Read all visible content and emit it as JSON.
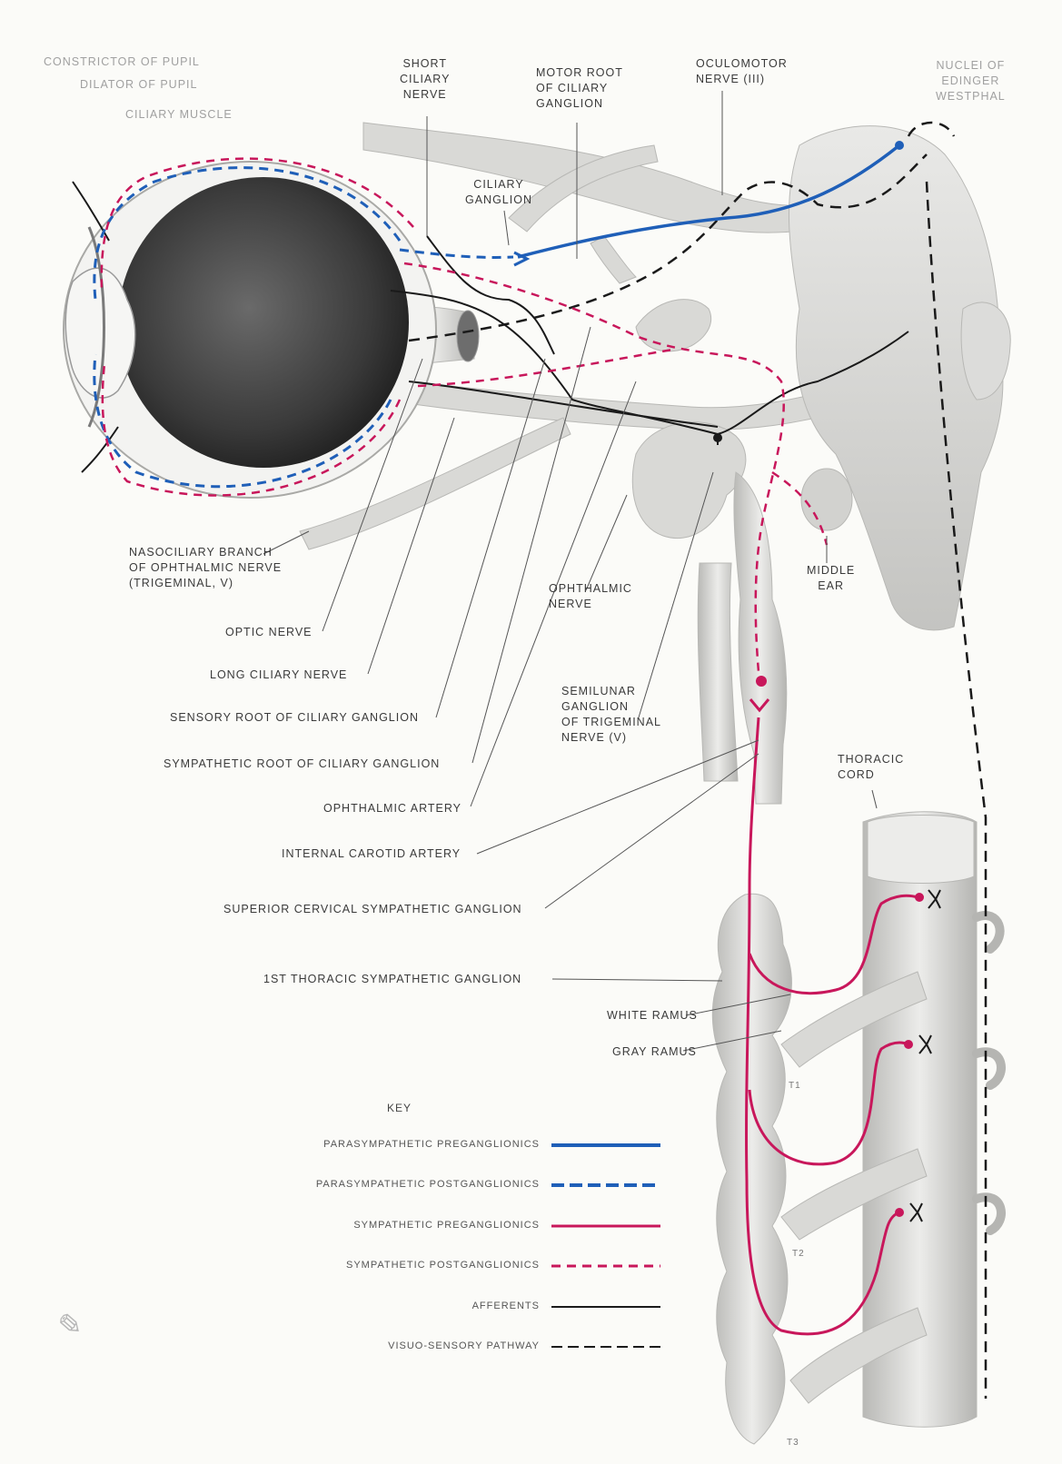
{
  "labels": {
    "constrictor": "CONSTRICTOR OF PUPIL",
    "dilator": "DILATOR OF PUPIL",
    "ciliary_muscle": "CILIARY MUSCLE",
    "short_ciliary": [
      "SHORT",
      "CILIARY",
      "NERVE"
    ],
    "motor_root": [
      "MOTOR ROOT",
      "OF CILIARY",
      "GANGLION"
    ],
    "oculomotor": [
      "OCULOMOTOR",
      "NERVE (III)"
    ],
    "nuclei": [
      "NUCLEI OF",
      "EDINGER",
      "WESTPHAL"
    ],
    "ciliary_ganglion": [
      "CILIARY",
      "GANGLION"
    ],
    "nasociliary": [
      "NASOCILIARY BRANCH",
      "OF OPHTHALMIC NERVE",
      "(TRIGEMINAL, V)"
    ],
    "ophthalmic_nerve": [
      "OPHTHALMIC",
      "NERVE"
    ],
    "middle_ear": [
      "MIDDLE",
      "EAR"
    ],
    "optic_nerve": "OPTIC NERVE",
    "long_ciliary": "LONG CILIARY NERVE",
    "sensory_root": "SENSORY ROOT OF CILIARY GANGLION",
    "sympathetic_root": "SYMPATHETIC ROOT OF CILIARY GANGLION",
    "semilunar": [
      "SEMILUNAR",
      "GANGLION",
      "OF TRIGEMINAL",
      "NERVE (V)"
    ],
    "ophthalmic_artery": "OPHTHALMIC ARTERY",
    "thoracic_cord": [
      "THORACIC",
      "CORD"
    ],
    "internal_carotid": "INTERNAL CAROTID ARTERY",
    "superior_cervical": "SUPERIOR CERVICAL SYMPATHETIC GANGLION",
    "first_thoracic": "1ST THORACIC SYMPATHETIC GANGLION",
    "white_ramus": "WHITE RAMUS",
    "gray_ramus": "GRAY RAMUS",
    "t1": "T1",
    "t2": "T2",
    "t3": "T3"
  },
  "key": {
    "title": "KEY",
    "items": [
      {
        "label": "PARASYMPATHETIC PREGANGLIONICS",
        "color": "#1f5fb8",
        "style": "solid"
      },
      {
        "label": "PARASYMPATHETIC POSTGANGLIONICS",
        "color": "#1f5fb8",
        "style": "dashed"
      },
      {
        "label": "SYMPATHETIC PREGANGLIONICS",
        "color": "#c8175b",
        "style": "solid"
      },
      {
        "label": "SYMPATHETIC POSTGANGLIONICS",
        "color": "#c8175b",
        "style": "dashed"
      },
      {
        "label": "AFFERENTS",
        "color": "#1a1a1a",
        "style": "solid"
      },
      {
        "label": "VISUO-SENSORY PATHWAY",
        "color": "#1a1a1a",
        "style": "dashed"
      }
    ]
  },
  "colors": {
    "parasympathetic": "#1f5fb8",
    "sympathetic": "#c8175b",
    "afferent": "#1a1a1a",
    "structure": "#d9d9d6"
  }
}
